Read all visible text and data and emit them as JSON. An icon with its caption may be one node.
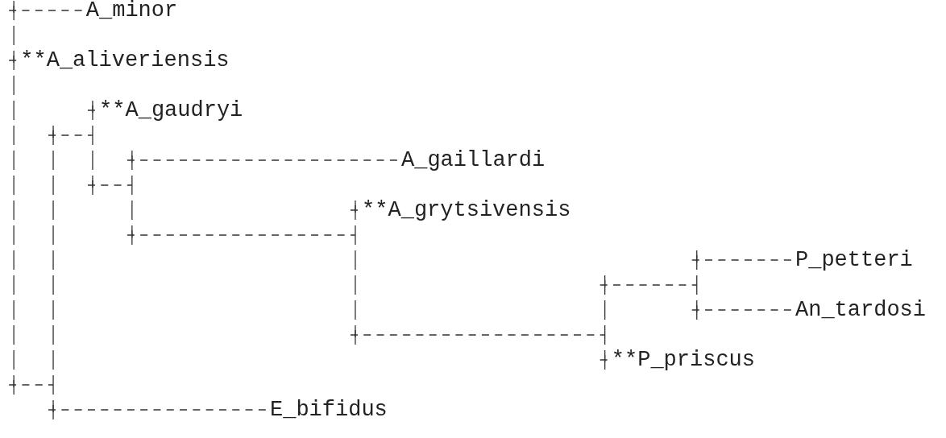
{
  "diagram": {
    "nodes": [
      {
        "text": [
          "A_minor"
        ]
      },
      {
        "text": [
          "**A_aliveriensis"
        ]
      },
      {
        "text": [
          "**A_gaudryi"
        ]
      },
      {
        "text": [
          "A_gaillardi"
        ]
      },
      {
        "text": [
          "**A_grytsivensis"
        ]
      },
      {
        "text": [
          "P_petteri"
        ]
      },
      {
        "text": [
          "An_tardosi"
        ]
      },
      {
        "text": [
          "**P_priscus"
        ]
      },
      {
        "text": [
          "E_bifidus"
        ]
      }
    ]
  }
}
